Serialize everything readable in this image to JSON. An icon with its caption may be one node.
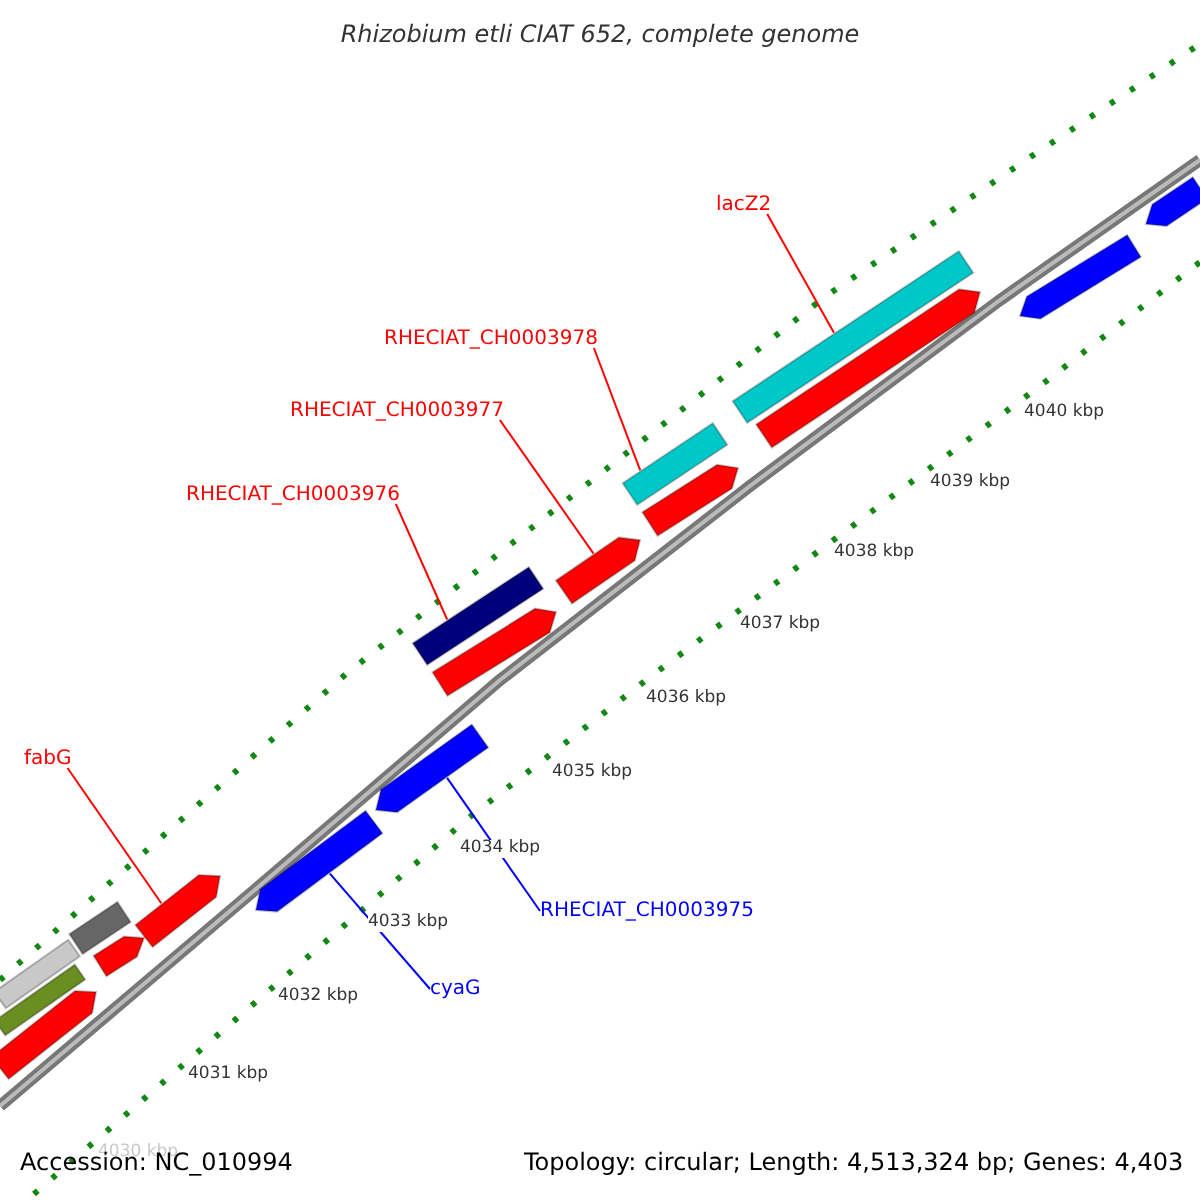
{
  "diagram": {
    "title": "Rhizobium etli CIAT 652, complete genome",
    "nodes": [
      {
        "text": [
          "lacZ2"
        ]
      },
      {
        "text": [
          "RHECIAT_CH0003978"
        ]
      },
      {
        "text": [
          "RHECIAT_CH0003977"
        ]
      },
      {
        "text": [
          "RHECIAT_CH0003976"
        ]
      },
      {
        "text": [
          "fabG"
        ]
      },
      {
        "text": [
          "RHECIAT_CH0003975"
        ]
      },
      {
        "text": [
          "cyaG"
        ]
      },
      {
        "text": [],
        "shape": "bar"
      },
      {
        "text": [],
        "shape": "bar"
      },
      {
        "text": [],
        "shape": "bar"
      },
      {
        "text": [],
        "shape": "bar"
      },
      {
        "text": [],
        "shape": "bar"
      },
      {
        "text": [],
        "shape": "bar"
      },
      {
        "text": [],
        "shape": "bar"
      },
      {
        "text": [],
        "shape": "bar"
      },
      {
        "text": [],
        "shape": "bar"
      },
      {
        "text": [],
        "shape": "bar"
      },
      {
        "text": [],
        "shape": "bar"
      },
      {
        "text": [],
        "shape": "bar"
      },
      {
        "text": [],
        "shape": "bar"
      },
      {
        "text": [],
        "shape": "bar"
      },
      {
        "text": [],
        "shape": "bar"
      },
      {
        "text": [],
        "shape": "bar"
      },
      {
        "text": [],
        "shape": "bar"
      }
    ],
    "edges": [
      {
        "from": 0,
        "to": 20,
        "arrow": "none"
      },
      {
        "from": 1,
        "to": 18,
        "arrow": "none"
      },
      {
        "from": 2,
        "to": 17,
        "arrow": "none"
      },
      {
        "from": 3,
        "to": 15,
        "arrow": "none"
      },
      {
        "from": 4,
        "to": 12,
        "arrow": "none"
      },
      {
        "from": 5,
        "to": 14,
        "arrow": "none",
        "color": "#0000ff"
      },
      {
        "from": 6,
        "to": 13,
        "arrow": "none",
        "color": "#0000ff"
      }
    ],
    "labels": [
      "4040 kbp",
      "4039 kbp",
      "4038 kbp",
      "4037 kbp",
      "4036 kbp",
      "4035 kbp",
      "4034 kbp",
      "4033 kbp",
      "4032 kbp",
      "4031 kbp",
      "4030 kbp",
      "Accession: NC_010994",
      "Topology: circular; Length: 4,513,324 bp; Genes: 4,403"
    ]
  }
}
